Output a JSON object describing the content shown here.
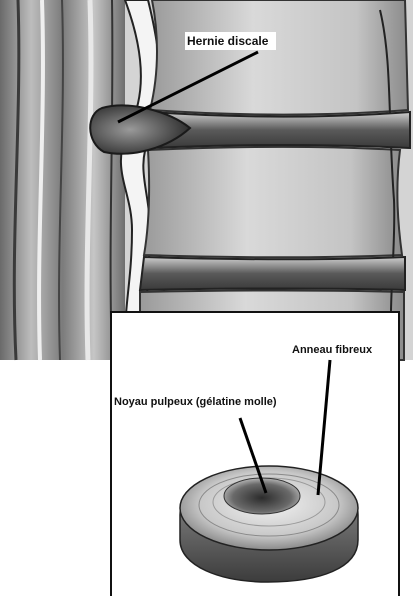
{
  "labels": {
    "hernie": "Hernie discale",
    "anneau": "Anneau fibreux",
    "noyau": "Noyau pulpeux (gélatine molle)"
  }
}
